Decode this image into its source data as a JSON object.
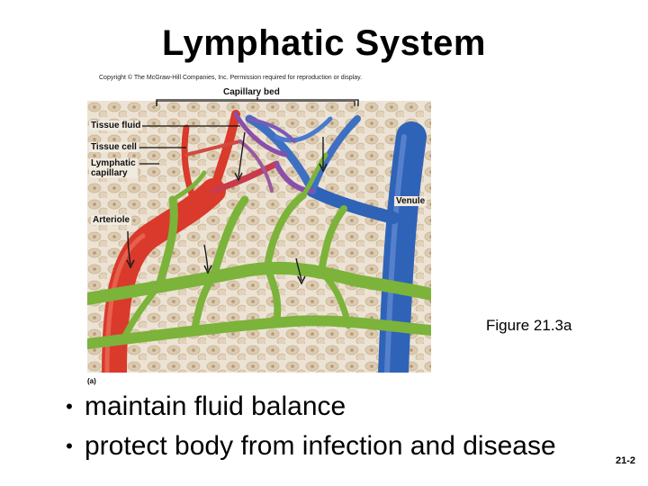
{
  "slide": {
    "title": "Lymphatic System",
    "copyright": "Copyright © The McGraw-Hill Companies, Inc. Permission required for reproduction or display.",
    "figure_caption": "Figure 21.3a",
    "panel_letter": "(a)",
    "slide_number": "21-2"
  },
  "figure": {
    "labels": {
      "capillary_bed": "Capillary bed",
      "tissue_fluid": "Tissue fluid",
      "tissue_cell": "Tissue cell",
      "lymphatic_capillary": "Lymphatic\ncapillary",
      "venule": "Venule",
      "arteriole": "Arteriole"
    },
    "colors": {
      "tissue_background": "#e9dfd0",
      "tissue_cell": "#dcc9ad",
      "arteriole": "#d93a2b",
      "venule": "#2f63b8",
      "capillary_transition": "#8a4fa8",
      "lymphatic": "#7cb33a"
    }
  },
  "bullets": [
    "maintain fluid balance",
    "protect body from infection and disease"
  ]
}
